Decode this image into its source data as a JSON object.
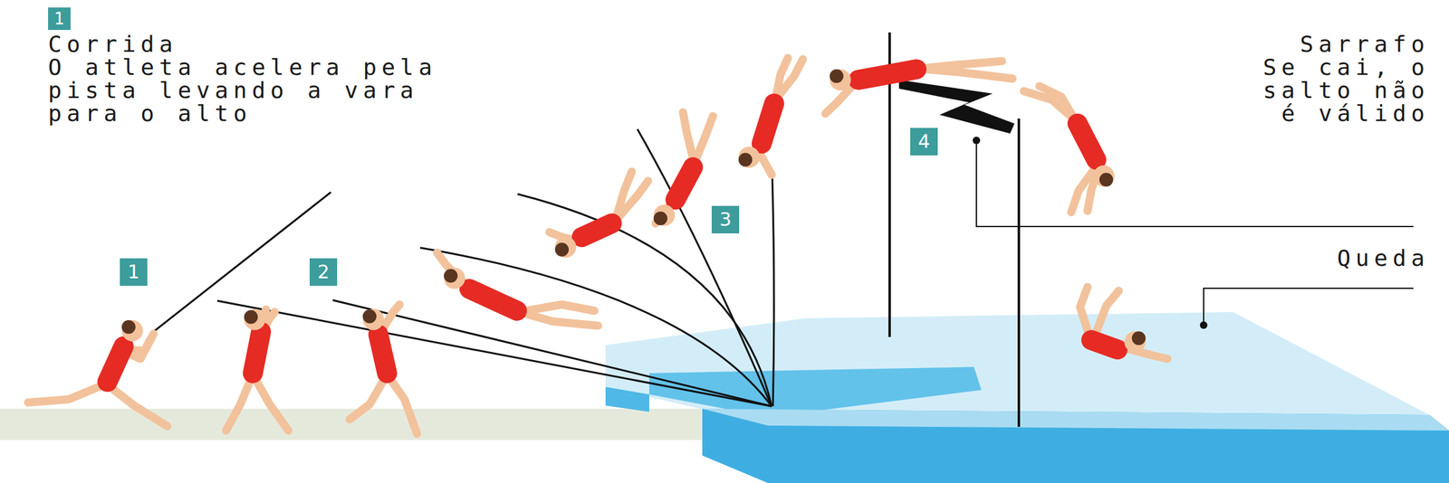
{
  "diagram": {
    "nodes": [
      {
        "text": [
          "1"
        ]
      },
      {
        "text": [
          "1"
        ]
      },
      {
        "text": [
          "2"
        ]
      },
      {
        "text": [
          "3"
        ]
      },
      {
        "text": [
          "4"
        ]
      }
    ],
    "labels": [
      "Corrida",
      "O atleta acelera pela pista levando a vara para o alto",
      "Sarrafo",
      "Se cai, o salto não é válido",
      "Queda"
    ]
  }
}
